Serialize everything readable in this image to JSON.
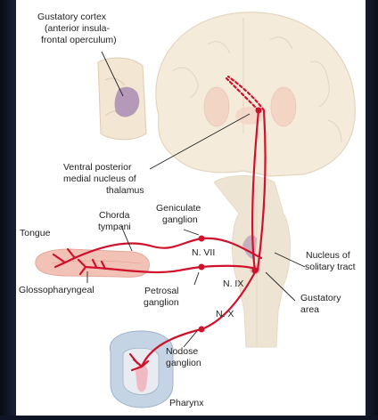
{
  "labels": {
    "gustatory_cortex": [
      "Gustatory cortex",
      "(anterior insula-",
      "frontal operculum)"
    ],
    "vpm_thalamus": [
      "Ventral posterior",
      "medial nucleus of",
      "thalamus"
    ],
    "geniculate_ganglion": [
      "Geniculate",
      "ganglion"
    ],
    "chorda_tympani": [
      "Chorda",
      "tympani"
    ],
    "tongue": "Tongue",
    "n_vii": "N. VII",
    "n_ix": "N. IX",
    "n_x": "N. X",
    "glossopharyngeal": "Glossopharyngeal",
    "petrosal_ganglion": [
      "Petrosal",
      "ganglion"
    ],
    "nucleus_solitary_tract": [
      "Nucleus of",
      "solitary tract"
    ],
    "gustatory_area": [
      "Gustatory",
      "area"
    ],
    "nodose_ganglion": [
      "Nodose",
      "ganglion"
    ],
    "pharynx": "Pharynx"
  },
  "colors": {
    "nerve": "#d0112b",
    "brain_fill": "#f3e7d3",
    "brain_outline": "#ddccb0",
    "cortex_highlight": "#b49ab8",
    "brainstem": "#ece0cc",
    "tongue": "#f2c2b6",
    "pharynx": "#c5d4e4"
  }
}
